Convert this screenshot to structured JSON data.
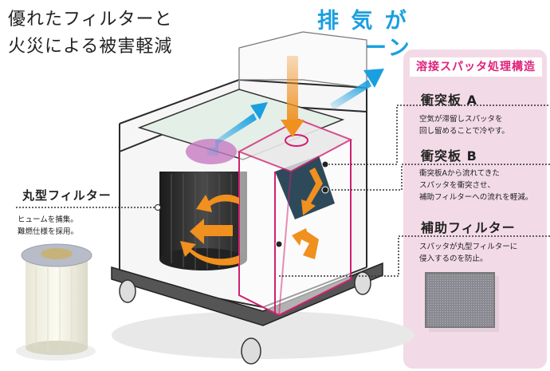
{
  "headline": {
    "line1": "優れたフィルターと",
    "line2": "火災による被害軽減"
  },
  "exhaust_label": {
    "line1": "排 気 が",
    "line2": "クリーン"
  },
  "structure_panel": {
    "title": "溶接スパッタ処理構造",
    "sections": [
      {
        "title": "衝突板 A",
        "description": [
          "空気が滞留しスパッタを",
          "回し留めることで冷やす。"
        ]
      },
      {
        "title": "衝突板 B",
        "description": [
          "衝突板Aから流れてきた",
          "スパッタを衝突させ、",
          "補助フィルターへの流れを軽減。"
        ]
      },
      {
        "title": "補助フィルター",
        "description": [
          "スパッタが丸型フィルターに",
          "侵入するのを防止。"
        ]
      }
    ]
  },
  "round_filter": {
    "title": "丸型フィルター",
    "description": [
      "ヒュームを捕集。",
      "難燃仕様を採用。"
    ]
  },
  "colors": {
    "accent_pink": "#e0207a",
    "panel_bg": "#f2dbe6",
    "clean_blue": "#1a9fe0",
    "flow_orange": "#f0901e"
  },
  "icons": {
    "airflow_in": "orange-arrow",
    "airflow_out": "blue-arrow"
  }
}
